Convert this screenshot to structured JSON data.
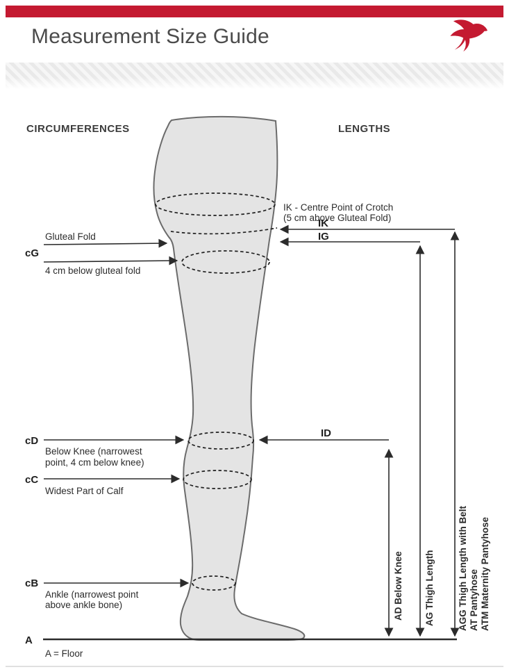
{
  "colors": {
    "accent_red": "#c41a31",
    "leg_fill": "#e4e4e4",
    "leg_outline": "#6b6b6b",
    "ink": "#2b2b2b"
  },
  "header": {
    "title": "Measurement Size Guide"
  },
  "diagram": {
    "circumferences": {
      "heading": "CIRCUMFERENCES",
      "cg": {
        "code": "cG",
        "label_top": "Gluteal Fold",
        "label_bottom": "4 cm below gluteal fold"
      },
      "cd": {
        "code": "cD",
        "label_line1": "Below Knee (narrowest",
        "label_line2": "point, 4 cm below knee)"
      },
      "cc": {
        "code": "cC",
        "label": "Widest Part of Calf"
      },
      "cb": {
        "code": "cB",
        "label_line1": "Ankle (narrowest point",
        "label_line2": "above ankle bone)"
      },
      "floor": {
        "code": "A",
        "label": "A = Floor"
      }
    },
    "lengths": {
      "heading": "LENGTHS",
      "ik_note_line1": "IK - Centre Point of Crotch",
      "ik_note_line2": "(5 cm above Gluteal Fold)",
      "ik_code": "IK",
      "ig_code": "IG",
      "id_code": "ID",
      "ad_label": "AD Below Knee",
      "ag_label": "AG Thigh Length",
      "agg_label": "AGG Thigh Length with Belt",
      "at_label": "AT Pantyhose",
      "atm_label": "ATM Maternity Pantyhose"
    }
  }
}
